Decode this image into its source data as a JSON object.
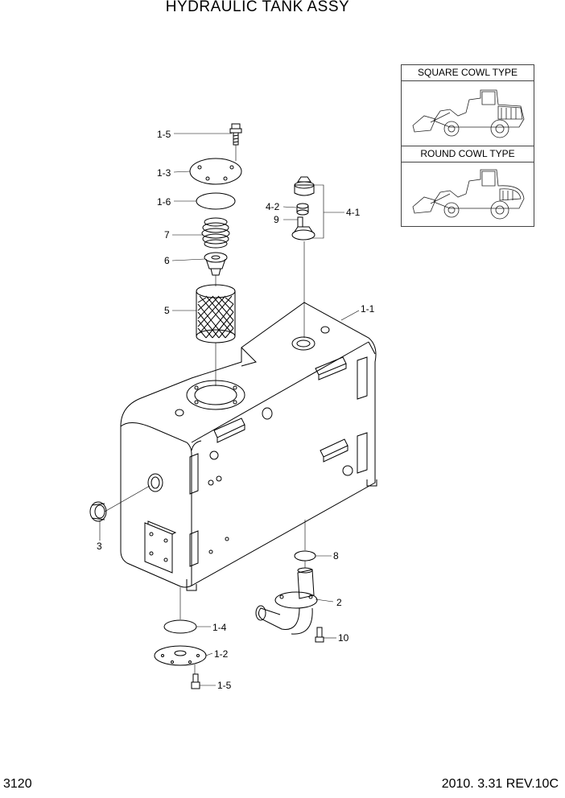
{
  "title": "HYDRAULIC TANK ASSY",
  "page_number": "3120",
  "revision": "2010. 3.31  REV.10C",
  "inset": {
    "square_cowl": "SQUARE COWL TYPE",
    "round_cowl": "ROUND COWL TYPE"
  },
  "callouts": {
    "c1_5a": "1-5",
    "c1_3": "1-3",
    "c1_6": "1-6",
    "c7": "7",
    "c6": "6",
    "c5": "5",
    "c4_2": "4-2",
    "c9": "9",
    "c4_1": "4-1",
    "c1_1": "1-1",
    "c3": "3",
    "c8": "8",
    "c2": "2",
    "c1_4": "1-4",
    "c10": "10",
    "c1_2": "1-2",
    "c1_5b": "1-5"
  }
}
